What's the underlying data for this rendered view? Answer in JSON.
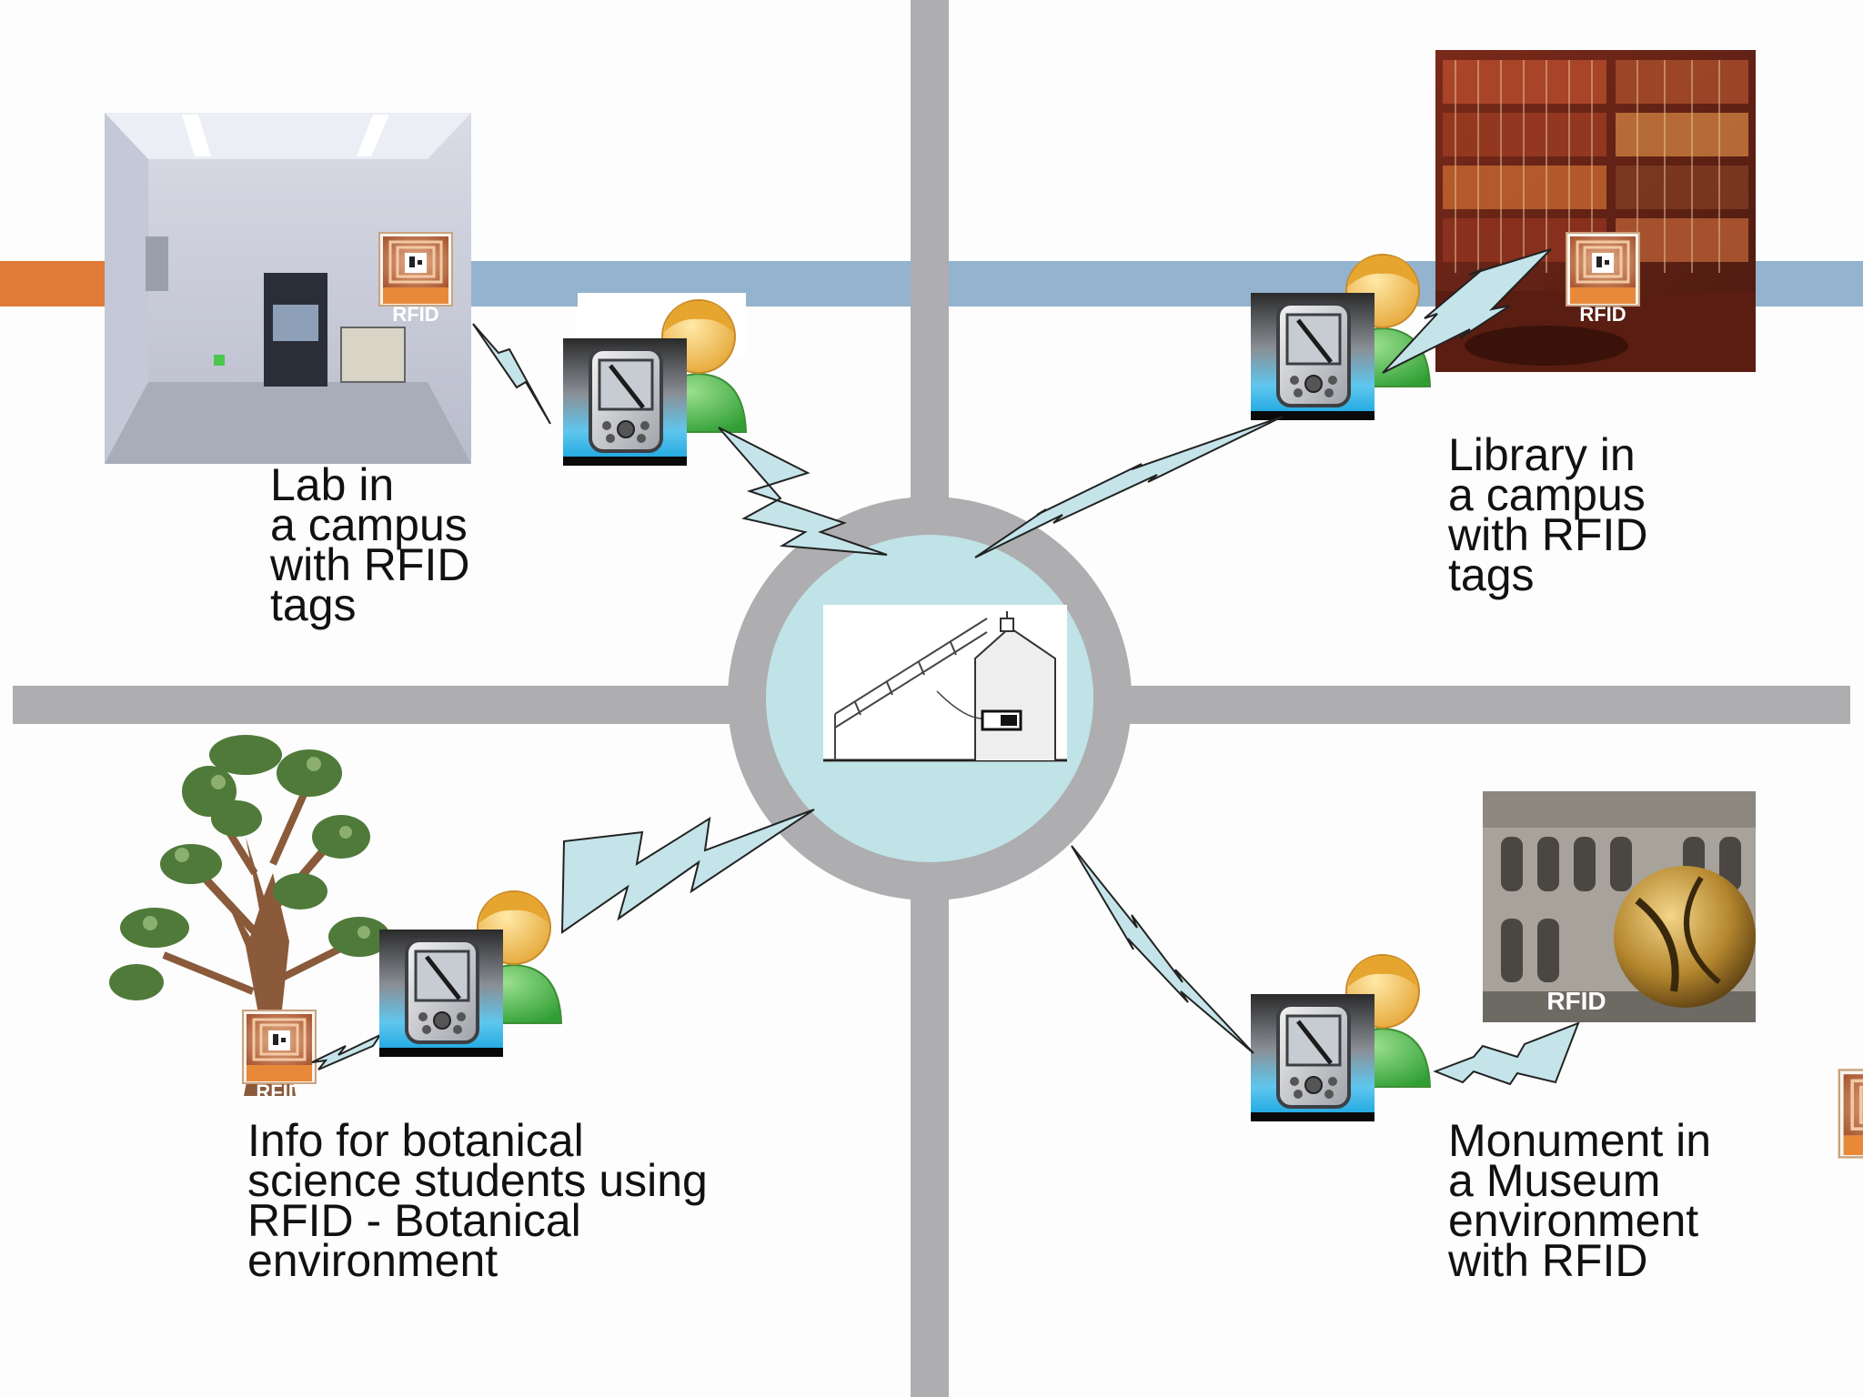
{
  "palette": {
    "accent_orange": "#E07B39",
    "band_blue": "#93B3CE",
    "road_gray": "#AEADB0",
    "hub_fill": "#BFE3E6",
    "bolt_fill": "#C4E4EA",
    "rfid_orange": "#E8893A",
    "rfid_copper": "#B86A45",
    "person_skin": "#F0B84A",
    "person_body": "#4DBF4A",
    "pda_blue": "#1BA7E0"
  },
  "rfid_tag": {
    "label": "RFID"
  },
  "scenes": {
    "lab": {
      "caption": [
        "Lab in",
        "a campus",
        "with RFID",
        "tags"
      ],
      "icons": [
        "lab-room-photo",
        "rfid-tag-icon",
        "pda-icon",
        "person-icon"
      ]
    },
    "library": {
      "caption": [
        "Library in",
        "a campus",
        "with RFID",
        "tags"
      ],
      "icons": [
        "library-bookshelves-photo",
        "rfid-tag-icon",
        "pda-icon",
        "person-icon"
      ]
    },
    "botanical": {
      "caption": [
        "Info for botanical",
        "science students using",
        "RFID - Botanical",
        "environment"
      ],
      "icons": [
        "tree-icon",
        "rfid-tag-icon",
        "pda-icon",
        "person-icon"
      ]
    },
    "museum": {
      "caption": [
        "Monument in",
        "a Museum",
        "environment",
        "with RFID"
      ],
      "icons": [
        "museum-sphere-photo",
        "rfid-tag-icon",
        "pda-icon",
        "person-icon"
      ]
    }
  },
  "hub": {
    "icon": "building-antenna-icon"
  },
  "connections": [
    {
      "from": "lab-rfid-tag",
      "to": "lab-pda",
      "type": "wireless"
    },
    {
      "from": "lab-pda",
      "to": "hub",
      "type": "wireless"
    },
    {
      "from": "library-rfid-tag",
      "to": "library-pda",
      "type": "wireless"
    },
    {
      "from": "library-pda",
      "to": "hub",
      "type": "wireless"
    },
    {
      "from": "botanical-rfid-tag",
      "to": "botanical-pda",
      "type": "wireless"
    },
    {
      "from": "botanical-pda",
      "to": "hub",
      "type": "wireless"
    },
    {
      "from": "museum-rfid-tag",
      "to": "museum-pda",
      "type": "wireless"
    },
    {
      "from": "museum-pda",
      "to": "hub",
      "type": "wireless"
    }
  ]
}
